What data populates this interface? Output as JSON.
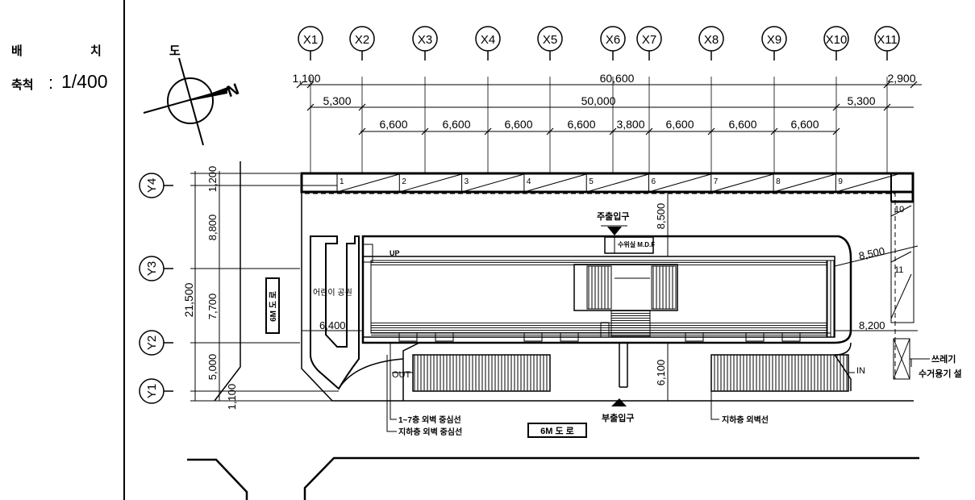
{
  "title": {
    "main": "배 치 도",
    "scale_label": "축척",
    "scale_colon": ":",
    "scale_value": "1/400"
  },
  "north_arrow": {
    "label": "N"
  },
  "grid_x": [
    "X1",
    "X2",
    "X3",
    "X4",
    "X5",
    "X6",
    "X7",
    "X8",
    "X9",
    "X10",
    "X11"
  ],
  "grid_y": [
    "Y4",
    "Y3",
    "Y2",
    "Y1"
  ],
  "dims_top": {
    "row1": [
      "1,100",
      "60,600",
      "2,900"
    ],
    "row2": [
      "5,300",
      "50,000",
      "5,300"
    ],
    "row3": [
      "6,600",
      "6,600",
      "6,600",
      "6,600",
      "3,800",
      "6,600",
      "6,600",
      "6,600"
    ]
  },
  "dims_left": {
    "total": "21,500",
    "segments": [
      "1,200",
      "8,800",
      "7,700",
      "5,000",
      "1,100"
    ]
  },
  "dims_inner": {
    "v_8500": "8,500",
    "v_6100": "6,100",
    "h_6400": "6,400",
    "d_8500": "8,500",
    "h_8200": "8,200"
  },
  "parking_numbers": [
    "1",
    "2",
    "3",
    "4",
    "5",
    "6",
    "7",
    "8",
    "9",
    "10",
    "11"
  ],
  "labels": {
    "main_entrance": "주출입구",
    "sub_entrance": "부출입구",
    "mdf_room": "수위실 M.D.F",
    "up_ramp": "UP",
    "kids_area": "어린이 공원",
    "road_6m_left": "6M 도 로",
    "road_6m_bottom": "6M 도 로",
    "out_label": "OUT",
    "in_label": "IN",
    "trash_line1": "쓰레기",
    "trash_line2": "수거용기 설",
    "note_1_7": "1~7층 외벽 중심선",
    "note_basement_center": "지하층 외벽 중심선",
    "note_basement_wall": "지하층 외벽선"
  }
}
